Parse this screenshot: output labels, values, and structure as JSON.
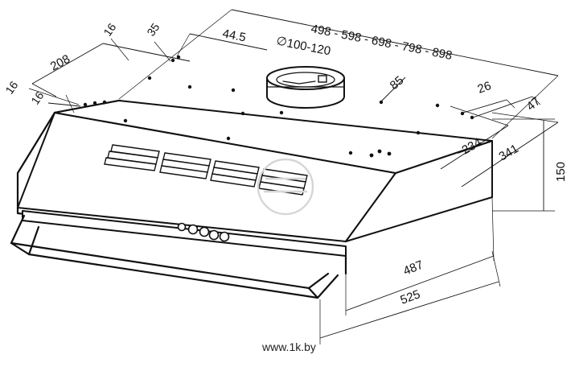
{
  "drawing": {
    "dimensions": {
      "widths": "498 - 598 - 698 - 798 - 898",
      "duct_diameter_symbol": "∅",
      "duct_diameter": "100-120",
      "d_16_top": "16",
      "d_35": "35",
      "d_44_5": "44.5",
      "d_208": "208",
      "d_16_left": "16",
      "d_16_front": "16",
      "d_85": "85",
      "d_26": "26",
      "d_47": "47",
      "d_234": "234",
      "d_341": "341",
      "d_150": "150",
      "d_487": "487",
      "d_525": "525"
    },
    "watermark": "www.1k.by"
  }
}
